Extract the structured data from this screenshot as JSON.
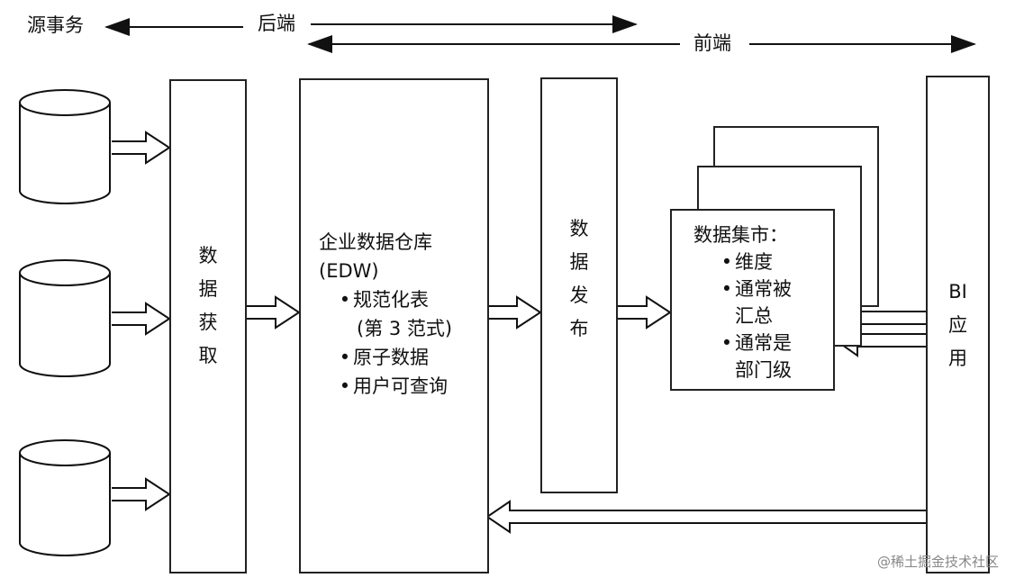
{
  "header": {
    "source_label": "源事务",
    "backend_label": "后端",
    "frontend_label": "前端"
  },
  "acquire": {
    "chars": [
      "数",
      "据",
      "获",
      "取"
    ]
  },
  "edw": {
    "title": "企业数据仓库",
    "abbr": "(EDW)",
    "items": [
      "规范化表",
      "(第 3 范式)",
      "原子数据",
      "用户可查询"
    ]
  },
  "publish": {
    "chars": [
      "数",
      "据",
      "发",
      "布"
    ]
  },
  "mart": {
    "title": "数据集市：",
    "items": [
      "维度",
      "通常被",
      "汇总",
      "通常是",
      "部门级"
    ]
  },
  "bi": {
    "chars": [
      "BI",
      "应",
      "用"
    ]
  },
  "watermark": "@稀土掘金技术社区"
}
